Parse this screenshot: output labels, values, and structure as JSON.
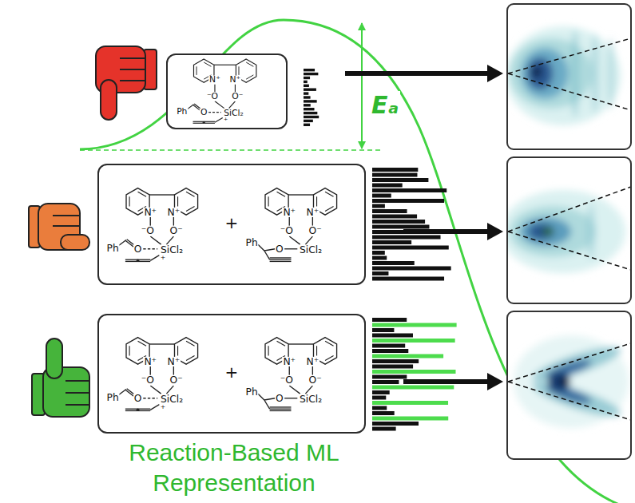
{
  "diagram": {
    "nodes": [
      {
        "text": [
          "N⁺",
          "N⁺",
          "⁻O",
          "O⁻",
          "Ph",
          "O",
          "SiCl₂",
          "⁺"
        ]
      },
      {
        "text": [
          "N⁺",
          "N⁺",
          "⁻O",
          "O⁻",
          "Ph",
          "O",
          "SiCl₂",
          "⁺",
          "+",
          "N⁺",
          "N⁺",
          "⁻O",
          "O⁻",
          "SiCl₂",
          "Ph",
          "O"
        ]
      },
      {
        "text": [
          "N⁺",
          "N⁺",
          "⁻O",
          "O⁻",
          "Ph",
          "O",
          "SiCl₂",
          "⁺",
          "+",
          "N⁺",
          "N⁺",
          "⁻O",
          "O⁻",
          "SiCl₂",
          "Ph",
          "O"
        ]
      }
    ],
    "labels": [
      "Eₐ",
      "Reaction-Based ML Representation"
    ]
  }
}
